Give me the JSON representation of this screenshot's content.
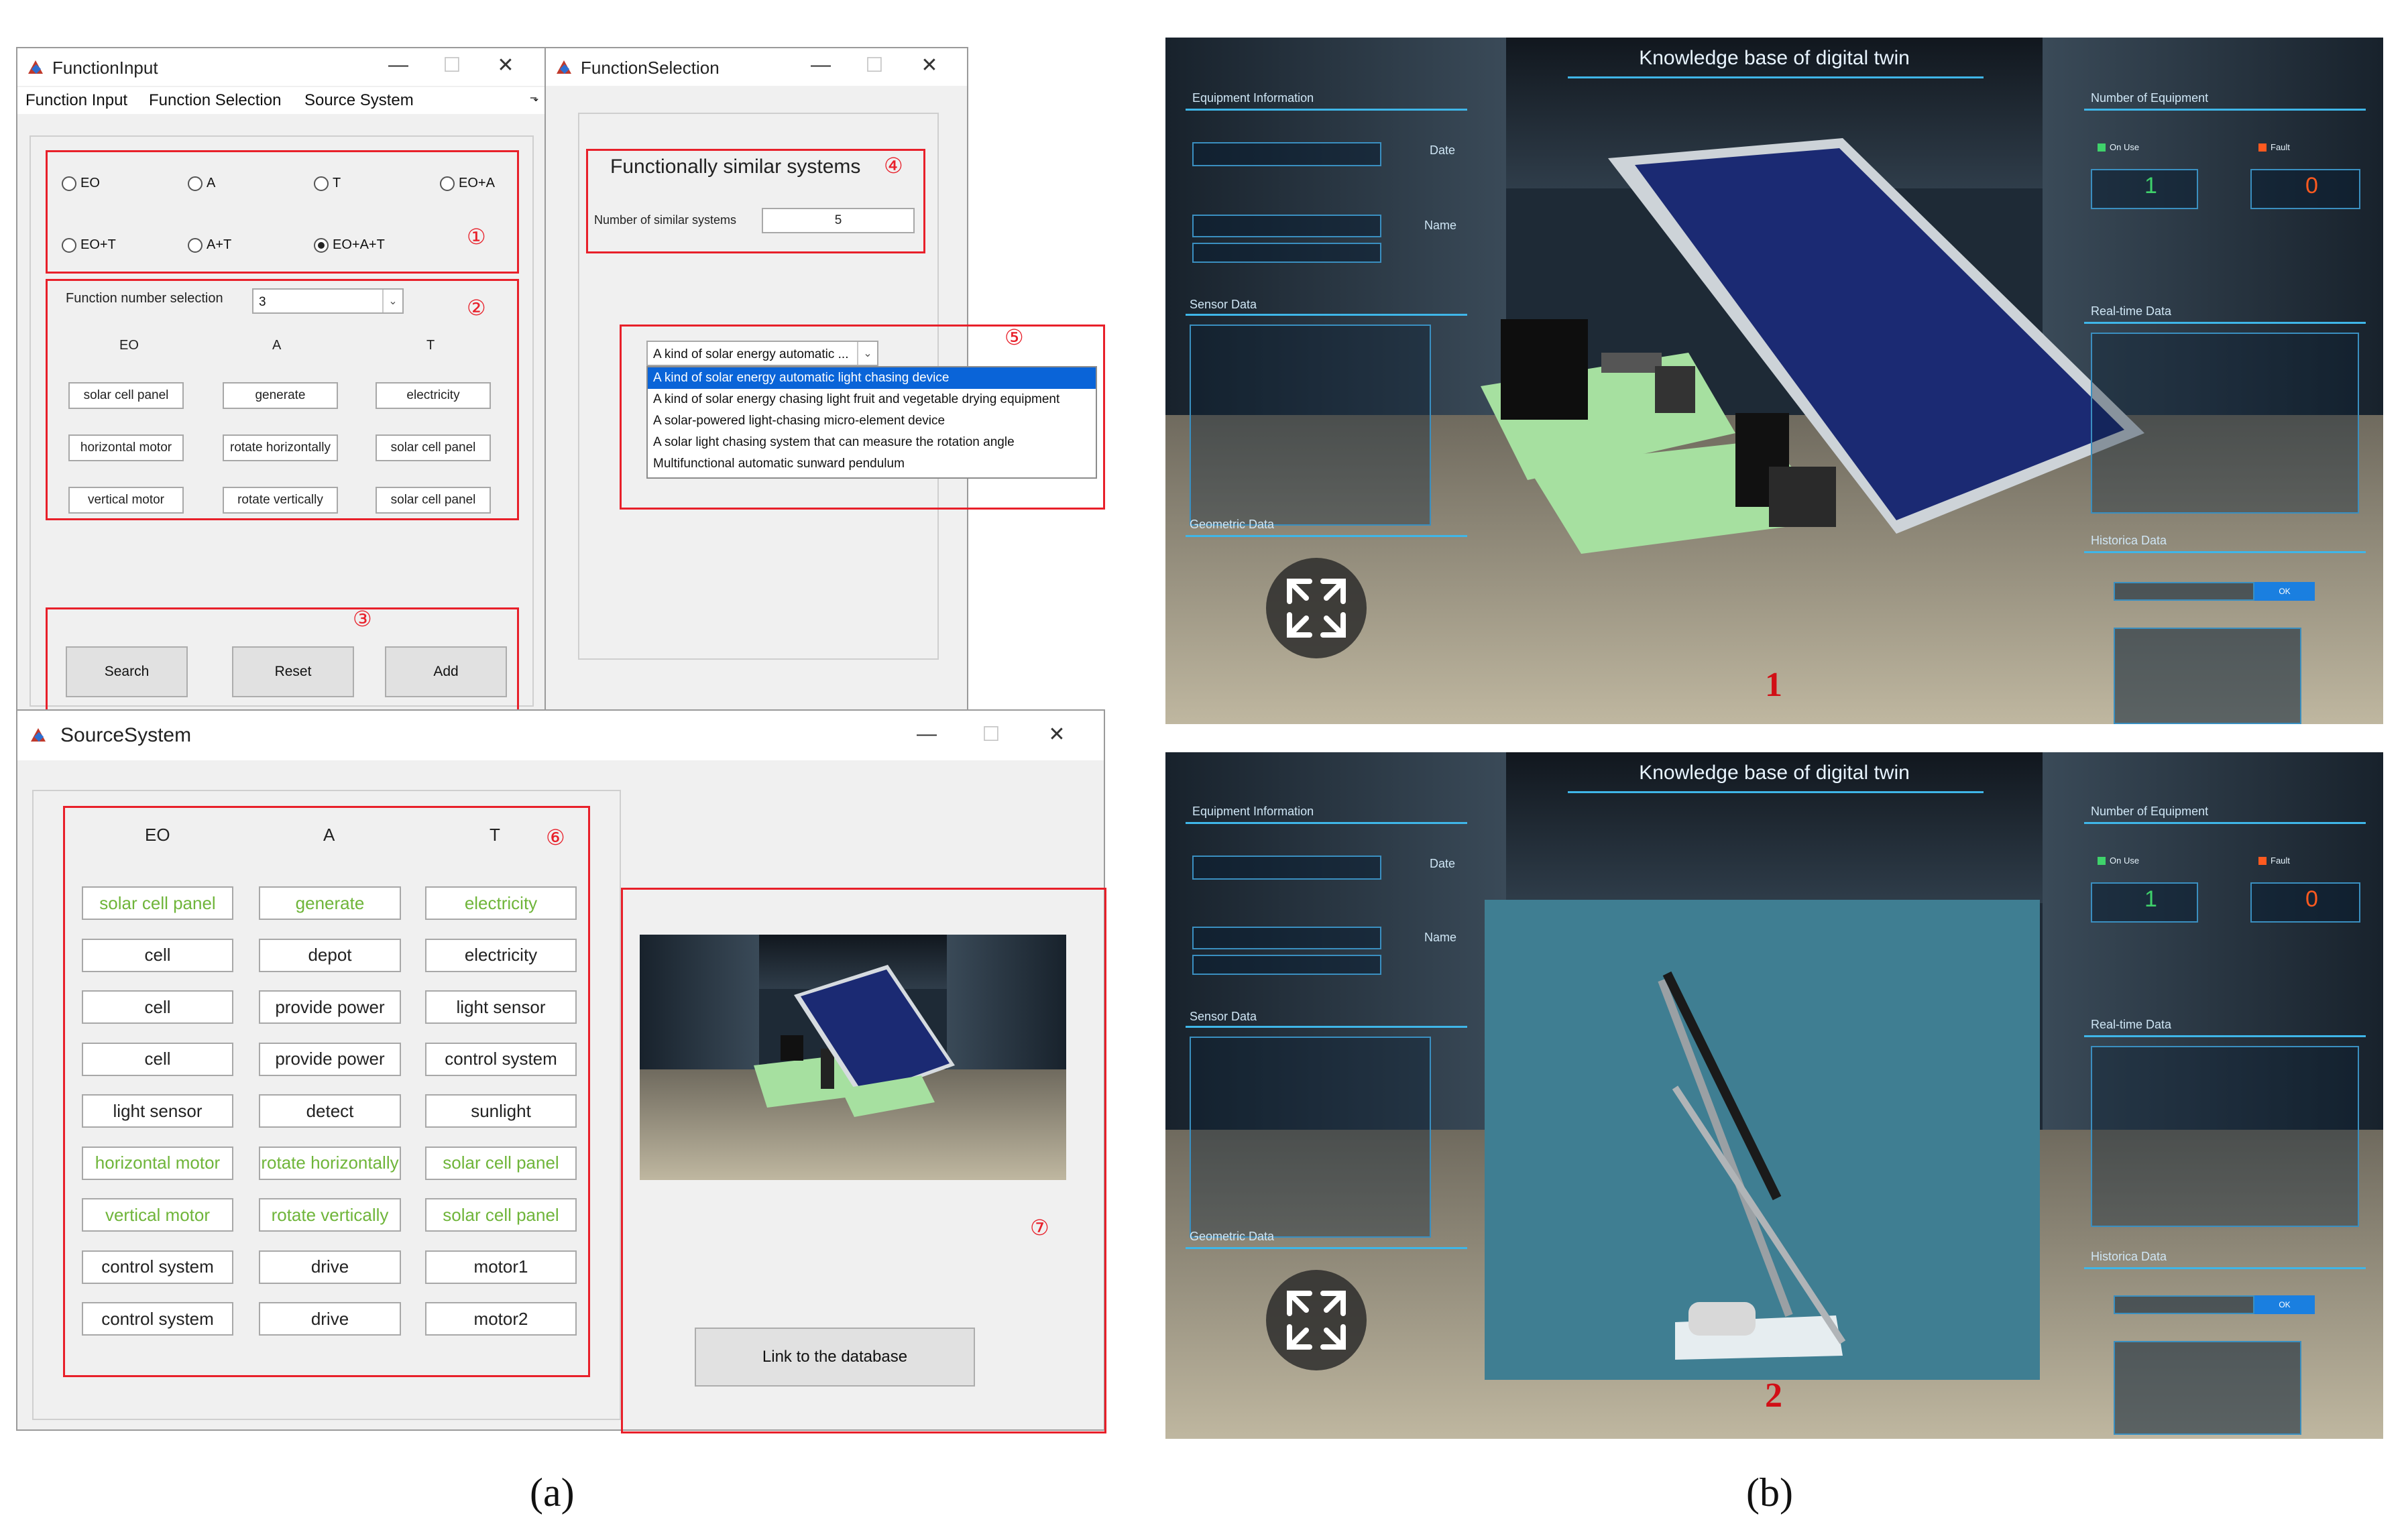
{
  "function_input": {
    "title": "FunctionInput",
    "menu": [
      "Function Input",
      "Function Selection",
      "Source System"
    ],
    "radios": [
      {
        "label": "EO",
        "checked": false
      },
      {
        "label": "A",
        "checked": false
      },
      {
        "label": "T",
        "checked": false
      },
      {
        "label": "EO+A",
        "checked": false
      },
      {
        "label": "EO+T",
        "checked": false
      },
      {
        "label": "A+T",
        "checked": false
      },
      {
        "label": "EO+A+T",
        "checked": true
      }
    ],
    "function_number_label": "Function number selection",
    "function_number_value": "3",
    "columns": [
      "EO",
      "A",
      "T"
    ],
    "rows": [
      [
        "solar cell panel",
        "generate",
        "electricity"
      ],
      [
        "horizontal motor",
        "rotate horizontally",
        "solar cell panel"
      ],
      [
        "vertical motor",
        "rotate vertically",
        "solar cell panel"
      ]
    ],
    "buttons": {
      "search": "Search",
      "reset": "Reset",
      "add": "Add"
    },
    "markers": [
      "①",
      "②",
      "③"
    ]
  },
  "function_selection": {
    "title": "FunctionSelection",
    "heading": "Functionally similar systems",
    "number_label": "Number of similar systems",
    "number_value": "5",
    "dropdown_value": "A kind of solar energy automatic ...",
    "options": [
      "A kind of solar energy automatic light chasing device",
      "A kind of solar energy chasing light fruit and vegetable drying equipment",
      "A solar-powered light-chasing micro-element device",
      "A solar light chasing system that can measure the rotation angle",
      "Multifunctional automatic sunward pendulum"
    ],
    "selected_index": 0,
    "markers": [
      "④",
      "⑤"
    ]
  },
  "source_system": {
    "title": "SourceSystem",
    "columns": [
      "EO",
      "A",
      "T"
    ],
    "rows": [
      {
        "cells": [
          "solar cell panel",
          "generate",
          "electricity"
        ],
        "highlight": true
      },
      {
        "cells": [
          "cell",
          "depot",
          "electricity"
        ],
        "highlight": false
      },
      {
        "cells": [
          "cell",
          "provide power",
          "light sensor"
        ],
        "highlight": false
      },
      {
        "cells": [
          "cell",
          "provide power",
          "control system"
        ],
        "highlight": false
      },
      {
        "cells": [
          "light sensor",
          "detect",
          "sunlight"
        ],
        "highlight": false
      },
      {
        "cells": [
          "horizontal motor",
          "rotate horizontally",
          "solar cell panel"
        ],
        "highlight": true
      },
      {
        "cells": [
          "vertical motor",
          "rotate vertically",
          "solar cell panel"
        ],
        "highlight": true
      },
      {
        "cells": [
          "control system",
          "drive",
          "motor1"
        ],
        "highlight": false
      },
      {
        "cells": [
          "control system",
          "drive",
          "motor2"
        ],
        "highlight": false
      }
    ],
    "link_button": "Link to the database",
    "markers": [
      "⑥",
      "⑦"
    ],
    "highlight_color": "#6fb53a"
  },
  "twin": {
    "title": "Knowledge base of digital twin",
    "equipment_info": "Equipment Information",
    "date_label": "Date",
    "name_label": "Name",
    "sensor_data": "Sensor Data",
    "geometric_data": "Geometric Data",
    "number_of_equipment": "Number of Equipment",
    "realtime_data": "Real-time Data",
    "historical_data_1": "Historica Data",
    "historical_data_2": "Historica Data",
    "on_use": "On Use",
    "fault": "Fault",
    "on_use_count": "1",
    "fault_count": "0",
    "ok": "OK",
    "scene1_number": "1",
    "scene2_number": "2",
    "on_use_color": "#3fd26b",
    "fault_color": "#ff5a1f"
  },
  "captions": {
    "a": "(a)",
    "b": "(b)"
  }
}
